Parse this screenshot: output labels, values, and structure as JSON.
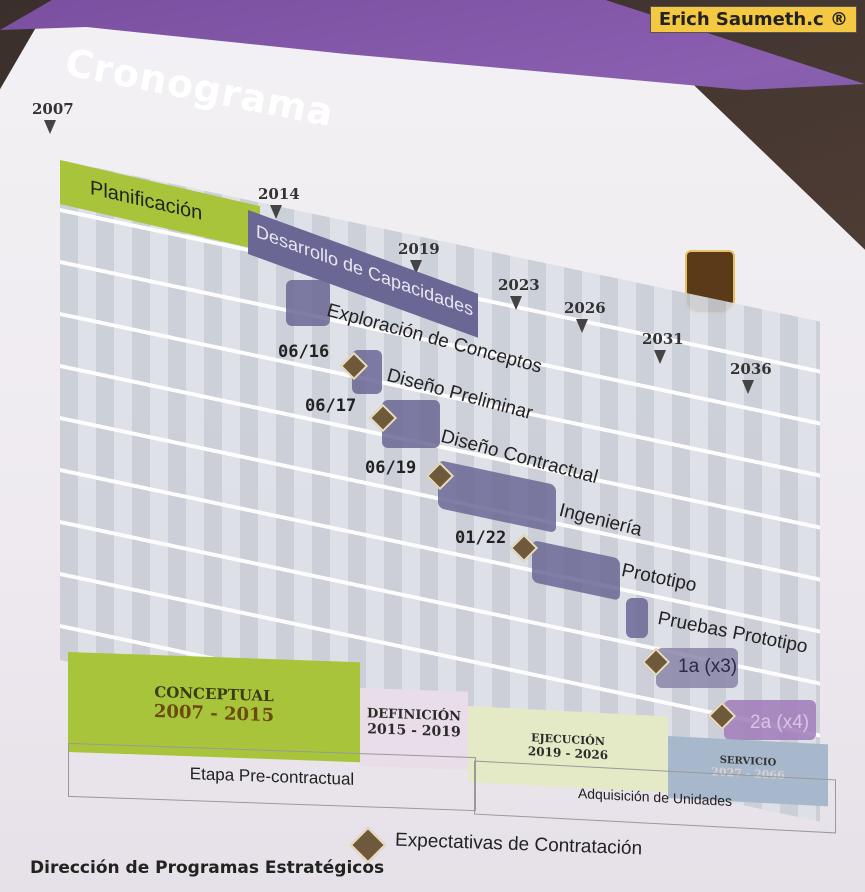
{
  "title": "Cronograma",
  "watermark": "Erich Saumeth.c ®",
  "years": [
    "2007",
    "2014",
    "2019",
    "2023",
    "2026",
    "2031",
    "2036"
  ],
  "phases": {
    "planificacion": "Planificación",
    "desarrollo": "Desarrollo de Capacidades"
  },
  "tasks": [
    {
      "label": "Exploración de Conceptos",
      "date": ""
    },
    {
      "label": "Diseño Preliminar",
      "date": "06/16"
    },
    {
      "label": "Diseño Contractual",
      "date": "06/17"
    },
    {
      "label": "Ingeniería",
      "date": "06/19"
    },
    {
      "label": "Prototipo",
      "date": "01/22"
    },
    {
      "label": "Pruebas Prototipo",
      "date": ""
    },
    {
      "label": "1a (x3)",
      "date": ""
    },
    {
      "label": "2a (x4)",
      "date": ""
    }
  ],
  "stages": [
    {
      "name": "CONCEPTUAL",
      "range": "2007 - 2015"
    },
    {
      "name": "DEFINICIÓN",
      "range": "2015 - 2019"
    },
    {
      "name": "EJECUCIÓN",
      "range": "2019 - 2026"
    },
    {
      "name": "SERVICIO",
      "range": "2027 - 2066"
    }
  ],
  "groups": {
    "pre": "Etapa Pre-contractual",
    "adq": "Adquisición de Unidades"
  },
  "legend": "Expectativas de Contratación",
  "footer": "Dirección de Programas Estratégicos",
  "colors": {
    "header": "#7b4fa0",
    "planificacion": "#a8c43a",
    "desarrollo": "#6b6795",
    "conceptual": "#a8c43a",
    "definicion": "#e8dde8",
    "ejecucion": "#e4eac6",
    "servicio": "#a8b8cc",
    "milestone": "#6e5a3a"
  }
}
